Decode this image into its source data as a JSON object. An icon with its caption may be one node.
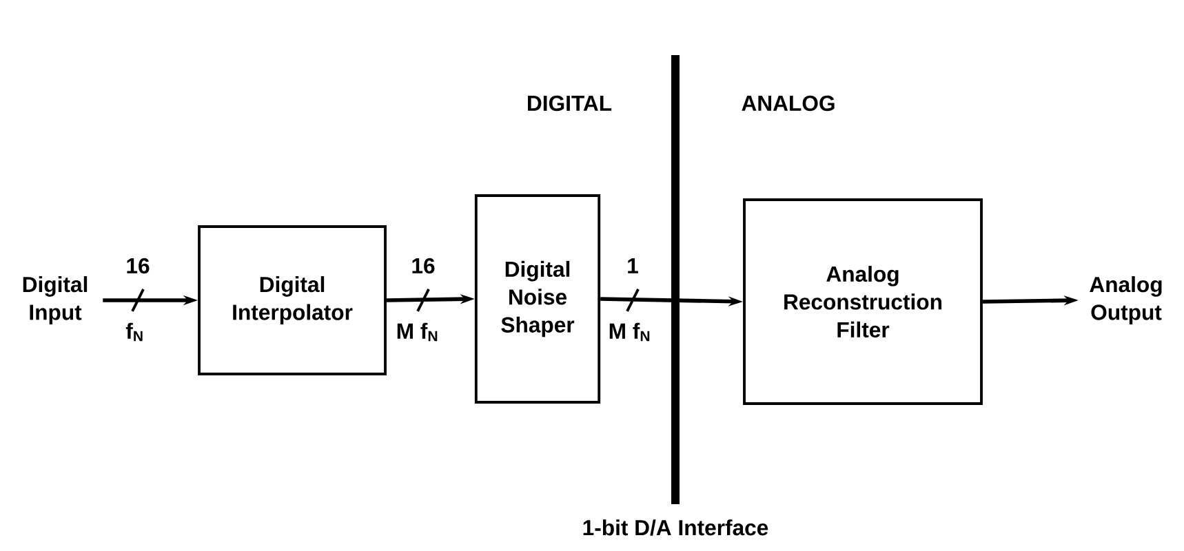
{
  "diagram": {
    "nodes": [
      {
        "text": [
          "Digital Input"
        ]
      },
      {
        "text": [
          "Digital Interpolator"
        ]
      },
      {
        "text": [
          "Digital Noise Shaper"
        ]
      },
      {
        "text": [
          "Analog Reconstruction Filter"
        ]
      },
      {
        "text": [
          "Analog Output"
        ]
      }
    ],
    "edges": [
      {
        "from": 0,
        "to": 1,
        "arrow": "to"
      },
      {
        "from": 1,
        "to": 2,
        "arrow": "to"
      },
      {
        "from": 2,
        "to": 3,
        "arrow": "to"
      },
      {
        "from": 3,
        "to": 4,
        "arrow": "to"
      }
    ],
    "labels": [
      "DIGITAL",
      "ANALOG",
      "16",
      "f$_{N}$",
      "16",
      "M f$_{N}$",
      "1",
      "M f$_{N}$",
      "1-bit D/A Interface"
    ]
  }
}
